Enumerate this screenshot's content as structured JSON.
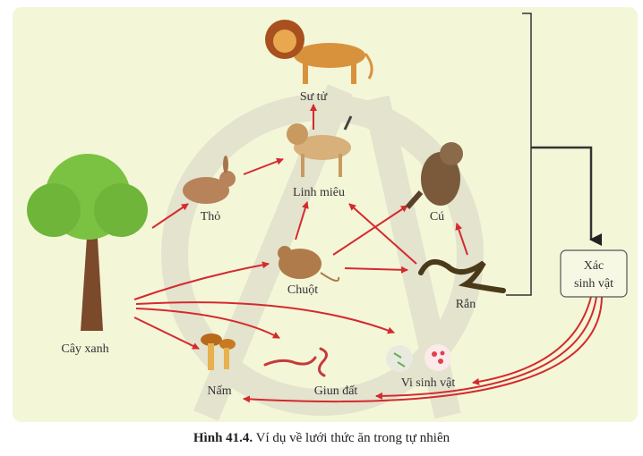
{
  "organisms": {
    "lion": "Sư tử",
    "lynx": "Linh miêu",
    "rabbit": "Thỏ",
    "owl": "Cú",
    "tree": "Cây xanh",
    "mouse": "Chuột",
    "snake": "Rắn",
    "mushroom": "Nấm",
    "earthworm": "Giun đất",
    "microbes": "Vi sinh vật"
  },
  "remains_box": {
    "line1": "Xác",
    "line2": "sinh vật"
  },
  "caption": {
    "label": "Hình 41.4.",
    "text": " Ví dụ về lưới thức ăn trong tự nhiên"
  },
  "colors": {
    "arrow": "#d42a2e",
    "panel": "#f4f6d8",
    "bracket": "#333333"
  }
}
